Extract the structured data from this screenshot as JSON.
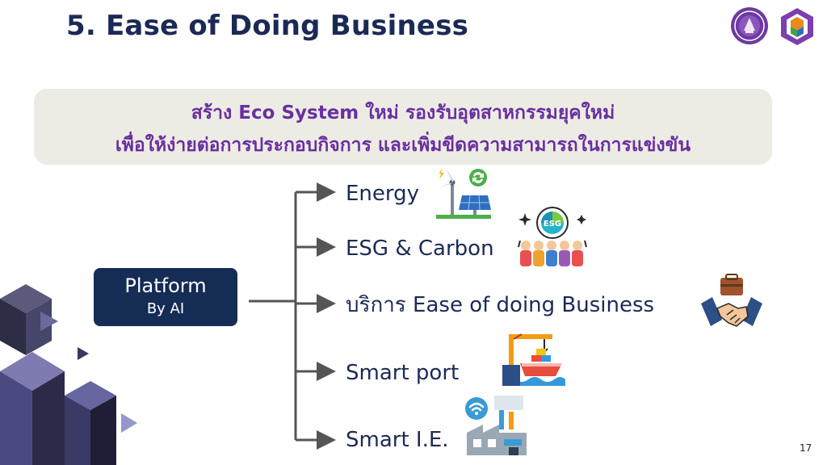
{
  "slide": {
    "title": "5. Ease of Doing Business",
    "page_number": "17"
  },
  "banner": {
    "line1": "สร้าง Eco System ใหม่ รองรับอุตสาหกรรมยุคใหม่",
    "line2": "เพื่อให้ง่ายต่อการประกอบกิจการ และเพิ่มขีดความสามารถในการแข่งขัน"
  },
  "platform": {
    "title": "Platform",
    "subtitle": "By AI"
  },
  "branches": [
    {
      "label": "Energy",
      "icon": "wind-solar-icon"
    },
    {
      "label": "ESG & Carbon",
      "icon": "esg-community-icon"
    },
    {
      "label": "บริการ Ease of doing Business",
      "icon": "handshake-icon"
    },
    {
      "label": "Smart port",
      "icon": "port-crane-ship-icon"
    },
    {
      "label": "Smart I.E.",
      "icon": "smart-factory-icon"
    }
  ],
  "logos": [
    "ministry-seal-icon",
    "hexagon-logo-icon"
  ],
  "colors": {
    "title": "#1b2a55",
    "banner_text": "#6a2fa0",
    "banner_bg": "#ecece4",
    "platform_bg": "#152c55",
    "connector": "#555555"
  }
}
